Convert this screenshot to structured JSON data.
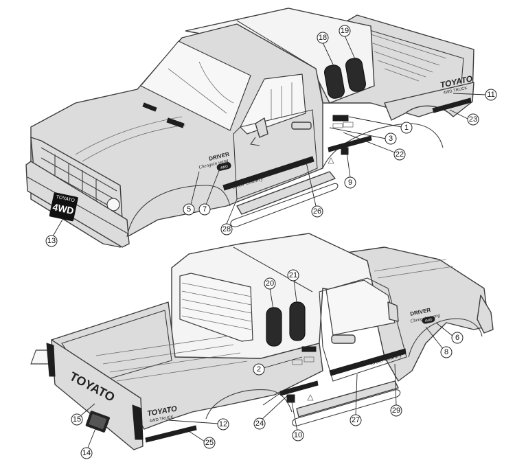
{
  "decals": {
    "brand": "TOYATO",
    "brand_sub": "4WD TRUCK",
    "driver_title": "DRIVER",
    "driver_name": "Chenguin wang",
    "badge_4wd": "4WD",
    "cross_country": "Cross-Country",
    "plate_top": "TOYATO",
    "plate_main": "4WD"
  },
  "callouts": [
    "1",
    "2",
    "3",
    "5",
    "6",
    "7",
    "8",
    "9",
    "10",
    "11",
    "12",
    "13",
    "14",
    "15",
    "18",
    "19",
    "20",
    "21",
    "22",
    "23",
    "24",
    "25",
    "26",
    "27",
    "28",
    "29"
  ]
}
